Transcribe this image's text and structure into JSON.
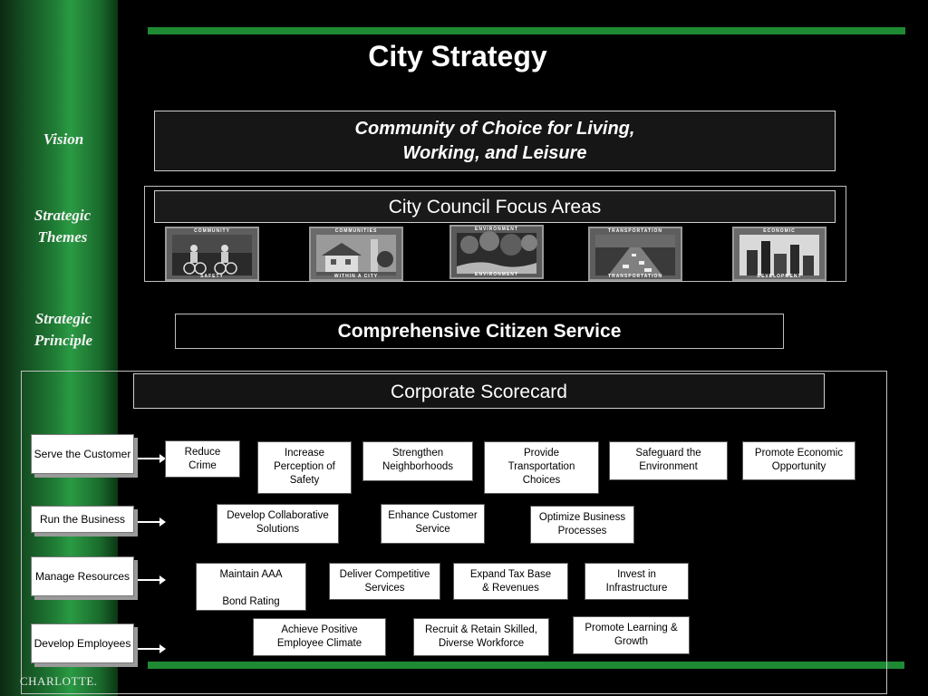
{
  "title": "City Strategy",
  "side_labels": {
    "vision": "Vision",
    "strategic_themes": "Strategic Themes",
    "strategic_principle": "Strategic Principle"
  },
  "vision": {
    "line1": "Community of Choice for Living,",
    "line2": "Working, and Leisure"
  },
  "focus_areas": {
    "header": "City Council Focus Areas",
    "images": [
      {
        "top": "COMMUNITY",
        "bottom": "SAFETY",
        "icon": "cyclists-photo-icon"
      },
      {
        "top": "COMMUNITIES",
        "bottom": "WITHIN A CITY",
        "icon": "neighborhood-house-photo-icon"
      },
      {
        "top": "ENVIRONMENT",
        "bottom": "ENVIRONMENT",
        "icon": "forest-stream-photo-icon"
      },
      {
        "top": "TRANSPORTATION",
        "bottom": "TRANSPORTATION",
        "icon": "highway-traffic-photo-icon"
      },
      {
        "top": "ECONOMIC",
        "bottom": "DEVELOPMENT",
        "icon": "city-skyline-photo-icon"
      }
    ]
  },
  "principle": "Comprehensive Citizen Service",
  "scorecard": {
    "header": "Corporate Scorecard",
    "perspectives": [
      "Serve the Customer",
      "Run the Business",
      "Manage Resources",
      "Develop Employees"
    ],
    "objectives": {
      "customer": [
        "Reduce\nCrime",
        "Increase\nPerception of\nSafety",
        "Strengthen\nNeighborhoods",
        "Provide\nTransportation\nChoices",
        "Safeguard  the\nEnvironment",
        "Promote Economic\nOpportunity"
      ],
      "business": [
        "Develop Collaborative\nSolutions",
        "Enhance Customer\nService",
        "Optimize Business\nProcesses"
      ],
      "resources": [
        "Maintain AAA\n\nBond Rating",
        "Deliver Competitive\nServices",
        "Expand       Tax Base\n& Revenues",
        "Invest  in\nInfrastructure"
      ],
      "employees": [
        "Achieve      Positive\nEmployee Climate",
        "Recruit & Retain Skilled,\nDiverse Workforce",
        "Promote Learning &\nGrowth"
      ]
    }
  },
  "logo": "CHARLOTTE.",
  "colors": {
    "accent_green": "#1f8a34",
    "box_border": "#bfbfbf"
  }
}
